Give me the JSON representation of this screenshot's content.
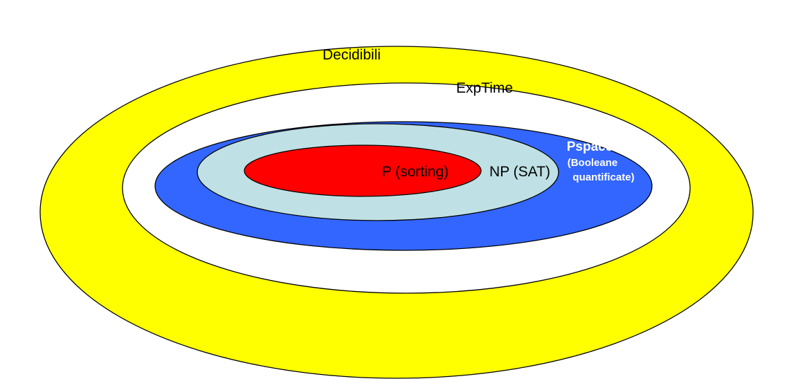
{
  "diagram": {
    "regions": {
      "decidibili": {
        "label": "Decidibili",
        "fill": "#ffff00"
      },
      "exptime": {
        "label": "ExpTime",
        "fill": "#ffffff"
      },
      "pspace": {
        "title": "Pspace",
        "example_line1": "(Booleane",
        "example_line2": "quantificate)",
        "fill": "#3366ff",
        "text_color": "#ffffff"
      },
      "np": {
        "label": "NP (SAT)",
        "fill": "#bfe0e4"
      },
      "p": {
        "label": "P (sorting)",
        "fill": "#ff0000"
      }
    },
    "outline_color": "#000000"
  }
}
